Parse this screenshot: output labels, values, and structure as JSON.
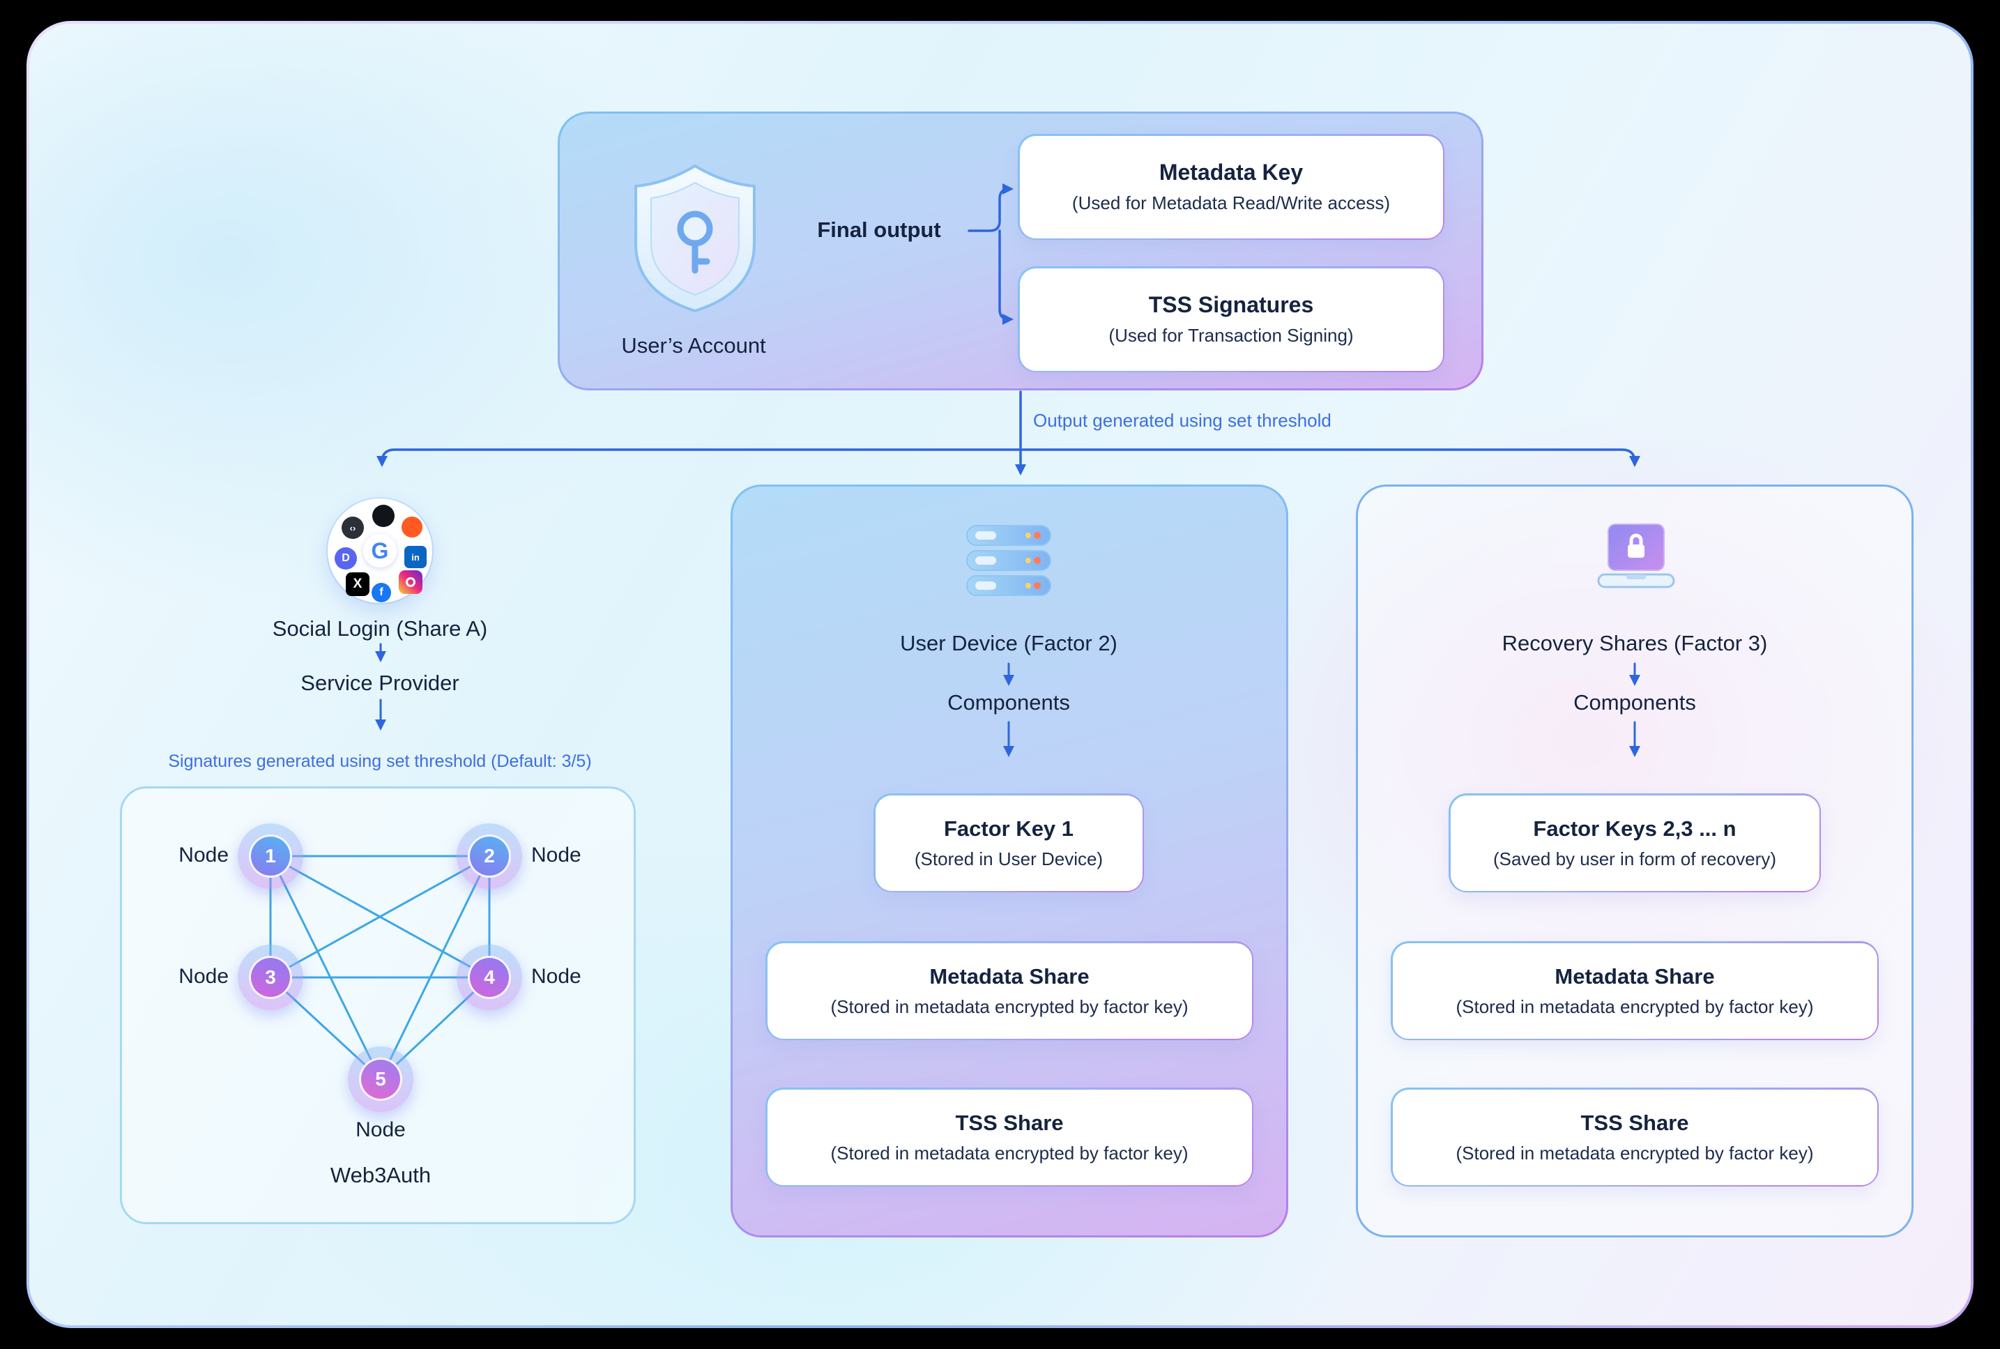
{
  "colors": {
    "arrow": "#2e66dd",
    "note_blue": "#3e6ee2",
    "text": "#15233f"
  },
  "account": {
    "label": "User’s Account",
    "final_output_label": "Final output",
    "outputs": [
      {
        "title": "Metadata Key",
        "subtitle": "(Used for Metadata Read/Write access)"
      },
      {
        "title": "TSS Signatures",
        "subtitle": "(Used for Transaction Signing)"
      }
    ]
  },
  "threshold_note": "Output generated using set threshold",
  "social": {
    "title": "Social Login (Share A)",
    "provider": "Service Provider",
    "note": "Signatures generated using set threshold (Default: 3/5)",
    "network_label": "Web3Auth",
    "nodes": [
      {
        "num": "1",
        "label": "Node"
      },
      {
        "num": "2",
        "label": "Node"
      },
      {
        "num": "3",
        "label": "Node"
      },
      {
        "num": "4",
        "label": "Node"
      },
      {
        "num": "5",
        "label": "Node"
      }
    ],
    "icon_glyphs": {
      "google": "G",
      "x": "X",
      "linkedin": "in",
      "facebook": "f",
      "discord": "D",
      "github": "‹›"
    }
  },
  "device": {
    "title": "User Device (Factor 2)",
    "components_label": "Components",
    "cards": [
      {
        "title": "Factor Key 1",
        "subtitle": "(Stored in User Device)"
      },
      {
        "title": "Metadata Share",
        "subtitle": "(Stored in metadata encrypted by factor key)"
      },
      {
        "title": "TSS Share",
        "subtitle": "(Stored in metadata encrypted by factor key)"
      }
    ]
  },
  "recovery": {
    "title": "Recovery Shares (Factor 3)",
    "components_label": "Components",
    "cards": [
      {
        "title": "Factor Keys 2,3 ... n",
        "subtitle": "(Saved by user in form of recovery)"
      },
      {
        "title": "Metadata Share",
        "subtitle": "(Stored in metadata encrypted by factor key)"
      },
      {
        "title": "TSS Share",
        "subtitle": "(Stored in metadata encrypted by factor key)"
      }
    ]
  }
}
